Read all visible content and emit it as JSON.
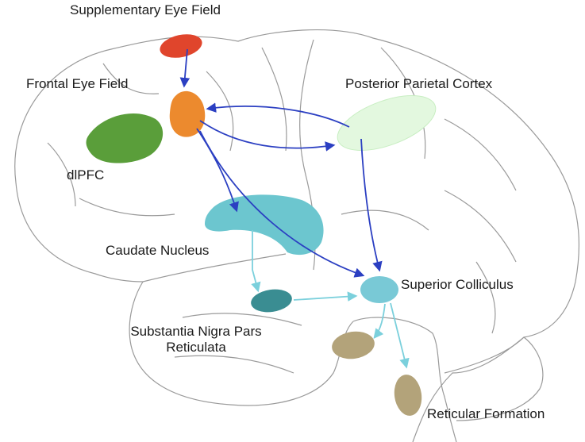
{
  "labels": {
    "supplementary_eye_field": "Supplementary Eye Field",
    "frontal_eye_field": "Frontal Eye Field",
    "posterior_parietal_cortex": "Posterior Parietal Cortex",
    "dlpfc": "dlPFC",
    "caudate_nucleus": "Caudate Nucleus",
    "superior_colliculus": "Superior Colliculus",
    "substantia_nigra_line1": "Substantia Nigra Pars",
    "substantia_nigra_line2": "Reticulata",
    "reticular_formation": "Reticular Formation"
  },
  "colors": {
    "supplementary_eye_field": "#e0452c",
    "frontal_eye_field": "#ec8a2e",
    "posterior_parietal_cortex": "#e3f8df",
    "dlpfc": "#5a9e3a",
    "caudate_nucleus": "#6cc6cf",
    "superior_colliculus": "#79c9d6",
    "substantia_nigra": "#3a8d92",
    "brainstem_nucleus": "#b3a37a",
    "reticular_formation": "#b3a37a",
    "cortical_arrow": "#2b3fc2",
    "subcortical_arrow": "#7bd0dc",
    "outline": "#9a9a9a"
  }
}
